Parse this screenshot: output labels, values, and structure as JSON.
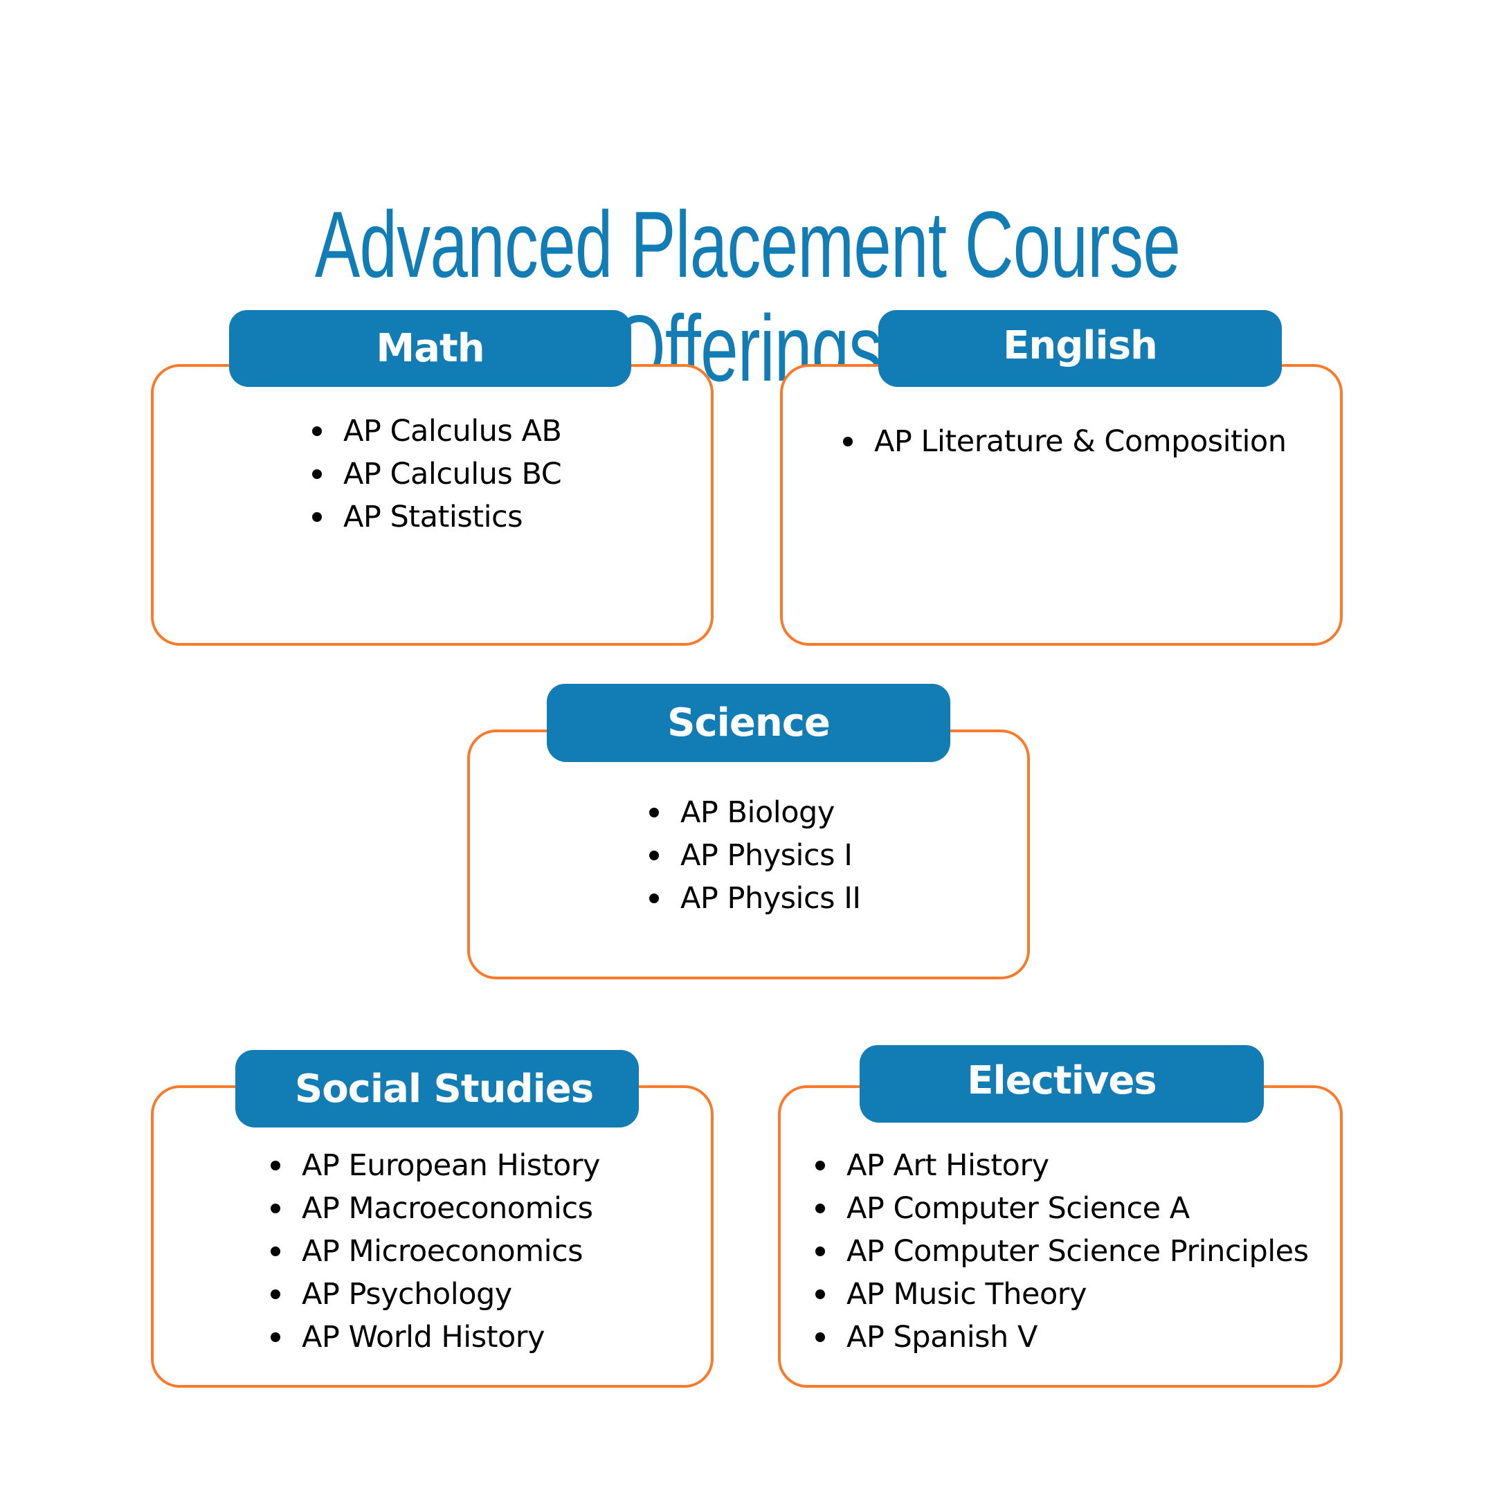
{
  "title": "Advanced Placement Course Offerings",
  "colors": {
    "accent": "#127cb5",
    "border": "#f97a2a"
  },
  "categories": {
    "math": {
      "label": "Math",
      "items": [
        "AP Calculus AB",
        "AP Calculus BC",
        "AP Statistics"
      ]
    },
    "english": {
      "label": "English",
      "items": [
        "AP Literature & Composition"
      ]
    },
    "science": {
      "label": "Science",
      "items": [
        "AP Biology",
        "AP Physics I",
        "AP Physics II"
      ]
    },
    "social_studies": {
      "label": "Social Studies",
      "items": [
        "AP European History",
        "AP Macroeconomics",
        "AP Microeconomics",
        "AP Psychology",
        "AP World History"
      ]
    },
    "electives": {
      "label": "Electives",
      "items": [
        "AP Art History",
        "AP Computer Science A",
        "AP Computer Science Principles",
        "AP Music Theory",
        "AP Spanish V"
      ]
    }
  }
}
